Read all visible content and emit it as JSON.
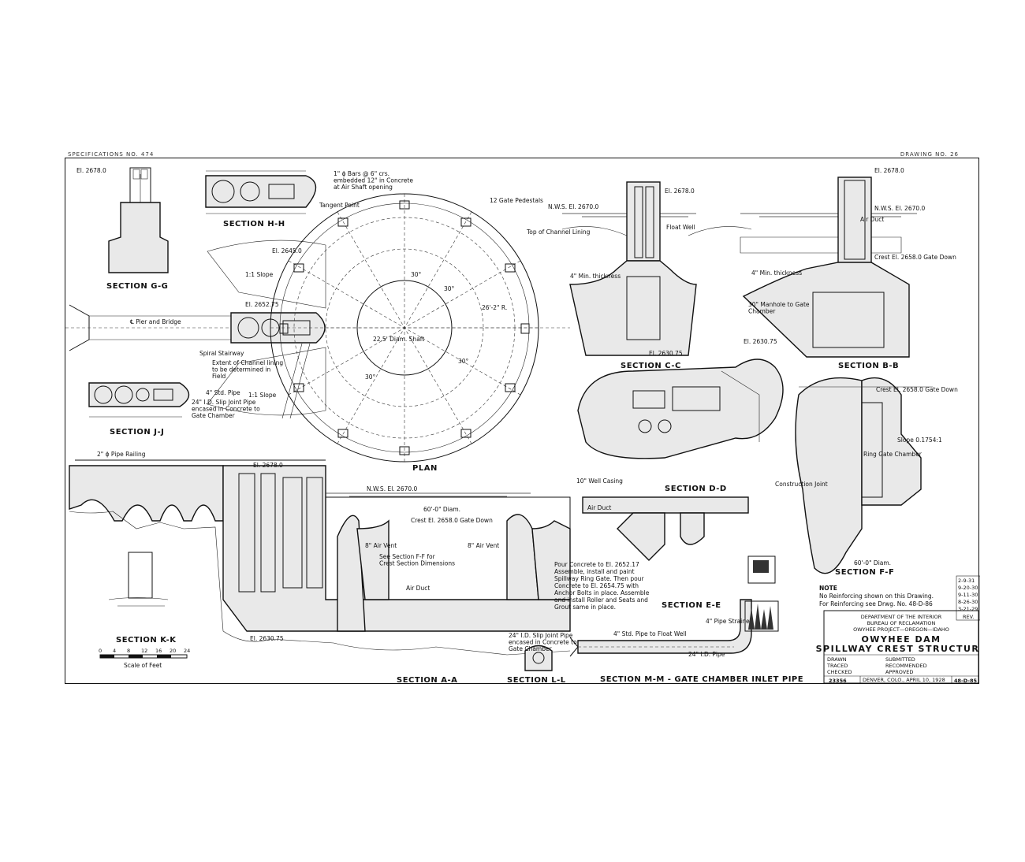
{
  "header": {
    "left": "SPECIFICATIONS NO. 474",
    "right": "DRAWING NO. 26"
  },
  "plan": {
    "title": "PLAN",
    "gate_pedestals": "12 Gate Pedestals",
    "shaft_diam": "22.5' Diam. Shaft",
    "radius": "26'-2\" R.",
    "pier": "℄ Pier and Bridge",
    "stairway": "Spiral Stairway",
    "slope": "1:1 Slope",
    "extent": "Extent of Channel lining to be determined in Field",
    "angle": "30°",
    "el_2645": "El. 2645.0",
    "el_2652": "El. 2652.75",
    "pipe_note": "4\" Std. Pipe",
    "slip_joint": "24\" I.D. Slip Joint Pipe encased in Concrete to Gate Chamber"
  },
  "sections": {
    "gg": "SECTION G-G",
    "hh": "SECTION H-H",
    "jj": "SECTION J-J",
    "kk": "SECTION K-K",
    "cc": "SECTION C-C",
    "bb": "SECTION B-B",
    "dd": "SECTION D-D",
    "ee": "SECTION E-E",
    "ff": "SECTION F-F",
    "aa": "SECTION A-A",
    "ll": "SECTION L-L",
    "mm": "SECTION M-M - GATE CHAMBER INLET PIPE"
  },
  "labels": {
    "el_2678": "El. 2678.0",
    "nws": "N.W.S. El. 2670.0",
    "crest": "Crest El. 2658.0 Gate Down",
    "el_2630": "El. 2630.75",
    "float_well": "Float Well",
    "air_duct": "Air Duct",
    "top_channel": "Top of Channel Lining",
    "min_thick": "4\" Min. thickness",
    "manhole": "30\" Manhole to Gate Chamber",
    "bars": "1\" ϕ Bars @ 6\" crs. embedded 12\" in Concrete at Air Shaft opening",
    "tangent": "Tangent Point",
    "pipe_railing": "2\" ϕ Pipe Railing",
    "diam_60": "60'-0\" Diam.",
    "air_vent": "8\" Air Vent",
    "see_ff": "See Section F-F for Crest Section Dimensions",
    "pour_note": "Pour Concrete to El. 2652.17 Assemble, install and paint Spillway Ring Gate. Then pour Concrete to El. 2654.75 with Anchor Bolts in place. Assemble and install Roller and Seats and Grout same in place.",
    "pipe_strainer": "4\" Pipe Strainer",
    "to_float": "4\" Std. Pipe to Float Well",
    "id_pipe": "24\" I.D. Pipe",
    "well_casing": "10\" Well Casing",
    "construction_joint": "Construction Joint",
    "slope_ff": "Slope 0.1754:1",
    "ring_gate": "Ring Gate Chamber",
    "scale": "Scale of Feet",
    "scale_ticks": [
      "0",
      "4",
      "8",
      "12",
      "16",
      "20",
      "24"
    ]
  },
  "note": {
    "title": "NOTE",
    "line1": "No Reinforcing shown on this Drawing.",
    "line2": "For Reinforcing see Drwg. No. 48-D-86"
  },
  "revisions": [
    "2-9-31",
    "9-20-30",
    "9-11-30",
    "8-26-30",
    "3-21-29",
    "REV."
  ],
  "title_block": {
    "dept": "DEPARTMENT OF THE INTERIOR",
    "bureau": "BUREAU OF RECLAMATION",
    "project": "OWYHEE PROJECT—OREGON—IDAHO",
    "dam": "OWYHEE DAM",
    "structure": "SPILLWAY CREST STRUCTURE",
    "drawn": "DRAWN",
    "traced": "TRACED",
    "checked": "CHECKED",
    "submitted": "SUBMITTED",
    "recommended": "RECOMMENDED",
    "approved": "APPROVED",
    "number": "23356",
    "place_date": "DENVER, COLO., APRIL 10, 1928",
    "drawing_no": "48-D-85"
  }
}
